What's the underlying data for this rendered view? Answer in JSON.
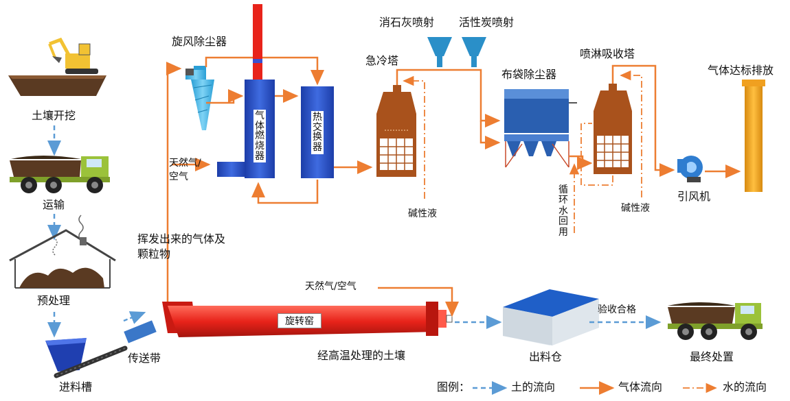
{
  "labels": {
    "excavation": "土壤开挖",
    "transport": "运输",
    "pretreatment": "预处理",
    "feed_trough": "进料槽",
    "conveyor": "传送带",
    "volatile_gas": "挥发出来的气体及颗粒物",
    "rotary_kiln": "旋转窑",
    "natural_gas_air_kiln": "天然气/空气",
    "treated_soil": "经高温处理的土壤",
    "cyclone": "旋风除尘器",
    "natural_gas_air_burner": "天然气/空气",
    "gas_burner": "气体燃烧器",
    "heat_exchanger": "热交换器",
    "quench_tower": "急冷塔",
    "lime_spray": "消石灰喷射",
    "carbon_spray": "活性炭喷射",
    "alkaline_1": "碱性液",
    "bag_filter": "布袋除尘器",
    "recycled_water": "循环水回用",
    "spray_tower": "喷淋吸收塔",
    "alkaline_2": "碱性液",
    "fan": "引风机",
    "emission": "气体达标排放",
    "storage": "出料仓",
    "acceptance": "验收合格",
    "final_disposal": "最终处置"
  },
  "legend": {
    "title": "图例：",
    "soil": "土的流向",
    "gas": "气体流向",
    "water": "水的流向"
  },
  "colors": {
    "soil_flow": "#5b9bd5",
    "gas_flow": "#ed7d31",
    "water_flow": "#ed7d31",
    "kiln": "#e8231a",
    "burner": "#2b4fc0",
    "tower": "#a9521c",
    "stack": "#f0a020",
    "baghouse": "#2a5fb0",
    "storage_roof": "#1f5fc8"
  }
}
